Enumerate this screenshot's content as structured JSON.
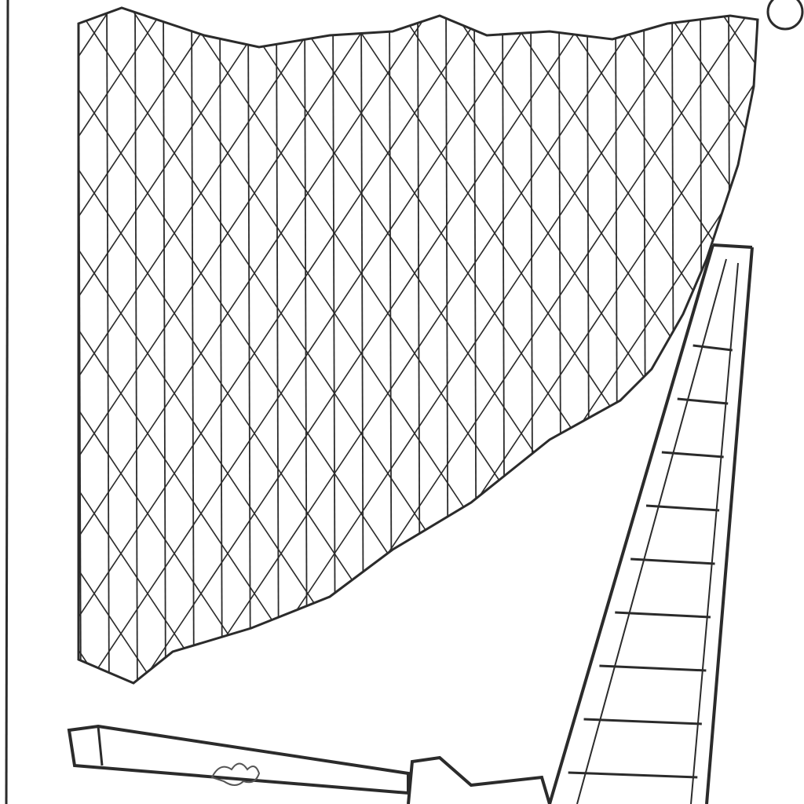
{
  "colors": {
    "background": "#ffffff",
    "stroke": "#2b2b2b",
    "light_stroke": "#555555"
  },
  "icons": [
    "lattice-panel",
    "ladder",
    "beam"
  ]
}
